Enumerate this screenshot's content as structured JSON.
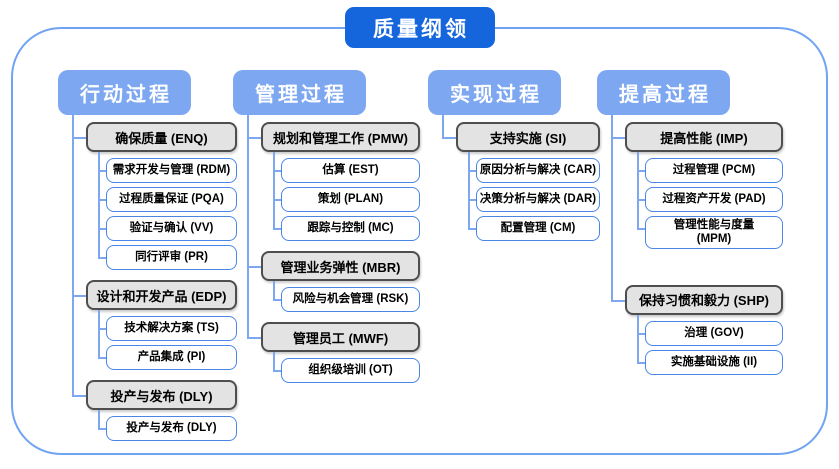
{
  "title": "质量纲领",
  "colors": {
    "title_bg": "#1565dc",
    "header_bg": "#7da7f0",
    "connector": "#7da7f0",
    "frame_border": "#70a4f2",
    "group_fill": "#e3e3e3",
    "group_border": "#4e4e4e",
    "leaf_border": "#4a86e8"
  },
  "columns": [
    {
      "header": "行动过程",
      "groups": [
        {
          "label": "确保质量 (ENQ)",
          "children": [
            "需求开发与管理 (RDM)",
            "过程质量保证 (PQA)",
            "验证与确认 (VV)",
            "同行评审 (PR)"
          ]
        },
        {
          "label": "设计和开发产品 (EDP)",
          "children": [
            "技术解决方案 (TS)",
            "产品集成 (PI)"
          ]
        },
        {
          "label": "投产与发布 (DLY)",
          "children": [
            "投产与发布 (DLY)"
          ]
        }
      ]
    },
    {
      "header": "管理过程",
      "groups": [
        {
          "label": "规划和管理工作 (PMW)",
          "children": [
            "估算 (EST)",
            "策划 (PLAN)",
            "跟踪与控制 (MC)"
          ]
        },
        {
          "label": "管理业务弹性 (MBR)",
          "children": [
            "风险与机会管理 (RSK)"
          ]
        },
        {
          "label": "管理员工 (MWF)",
          "children": [
            "组织级培训 (OT)"
          ]
        }
      ]
    },
    {
      "header": "实现过程",
      "groups": [
        {
          "label": "支持实施 (SI)",
          "children": [
            "原因分析与解决 (CAR)",
            "决策分析与解决 (DAR)",
            "配置管理 (CM)"
          ]
        }
      ]
    },
    {
      "header": "提高过程",
      "groups": [
        {
          "label": "提高性能 (IMP)",
          "children": [
            "过程管理 (PCM)",
            "过程资产开发 (PAD)",
            "管理性能与度量\n(MPM)"
          ]
        },
        {
          "label": "保持习惯和毅力 (SHP)",
          "children": [
            "治理 (GOV)",
            "实施基础设施 (II)"
          ]
        }
      ]
    }
  ]
}
